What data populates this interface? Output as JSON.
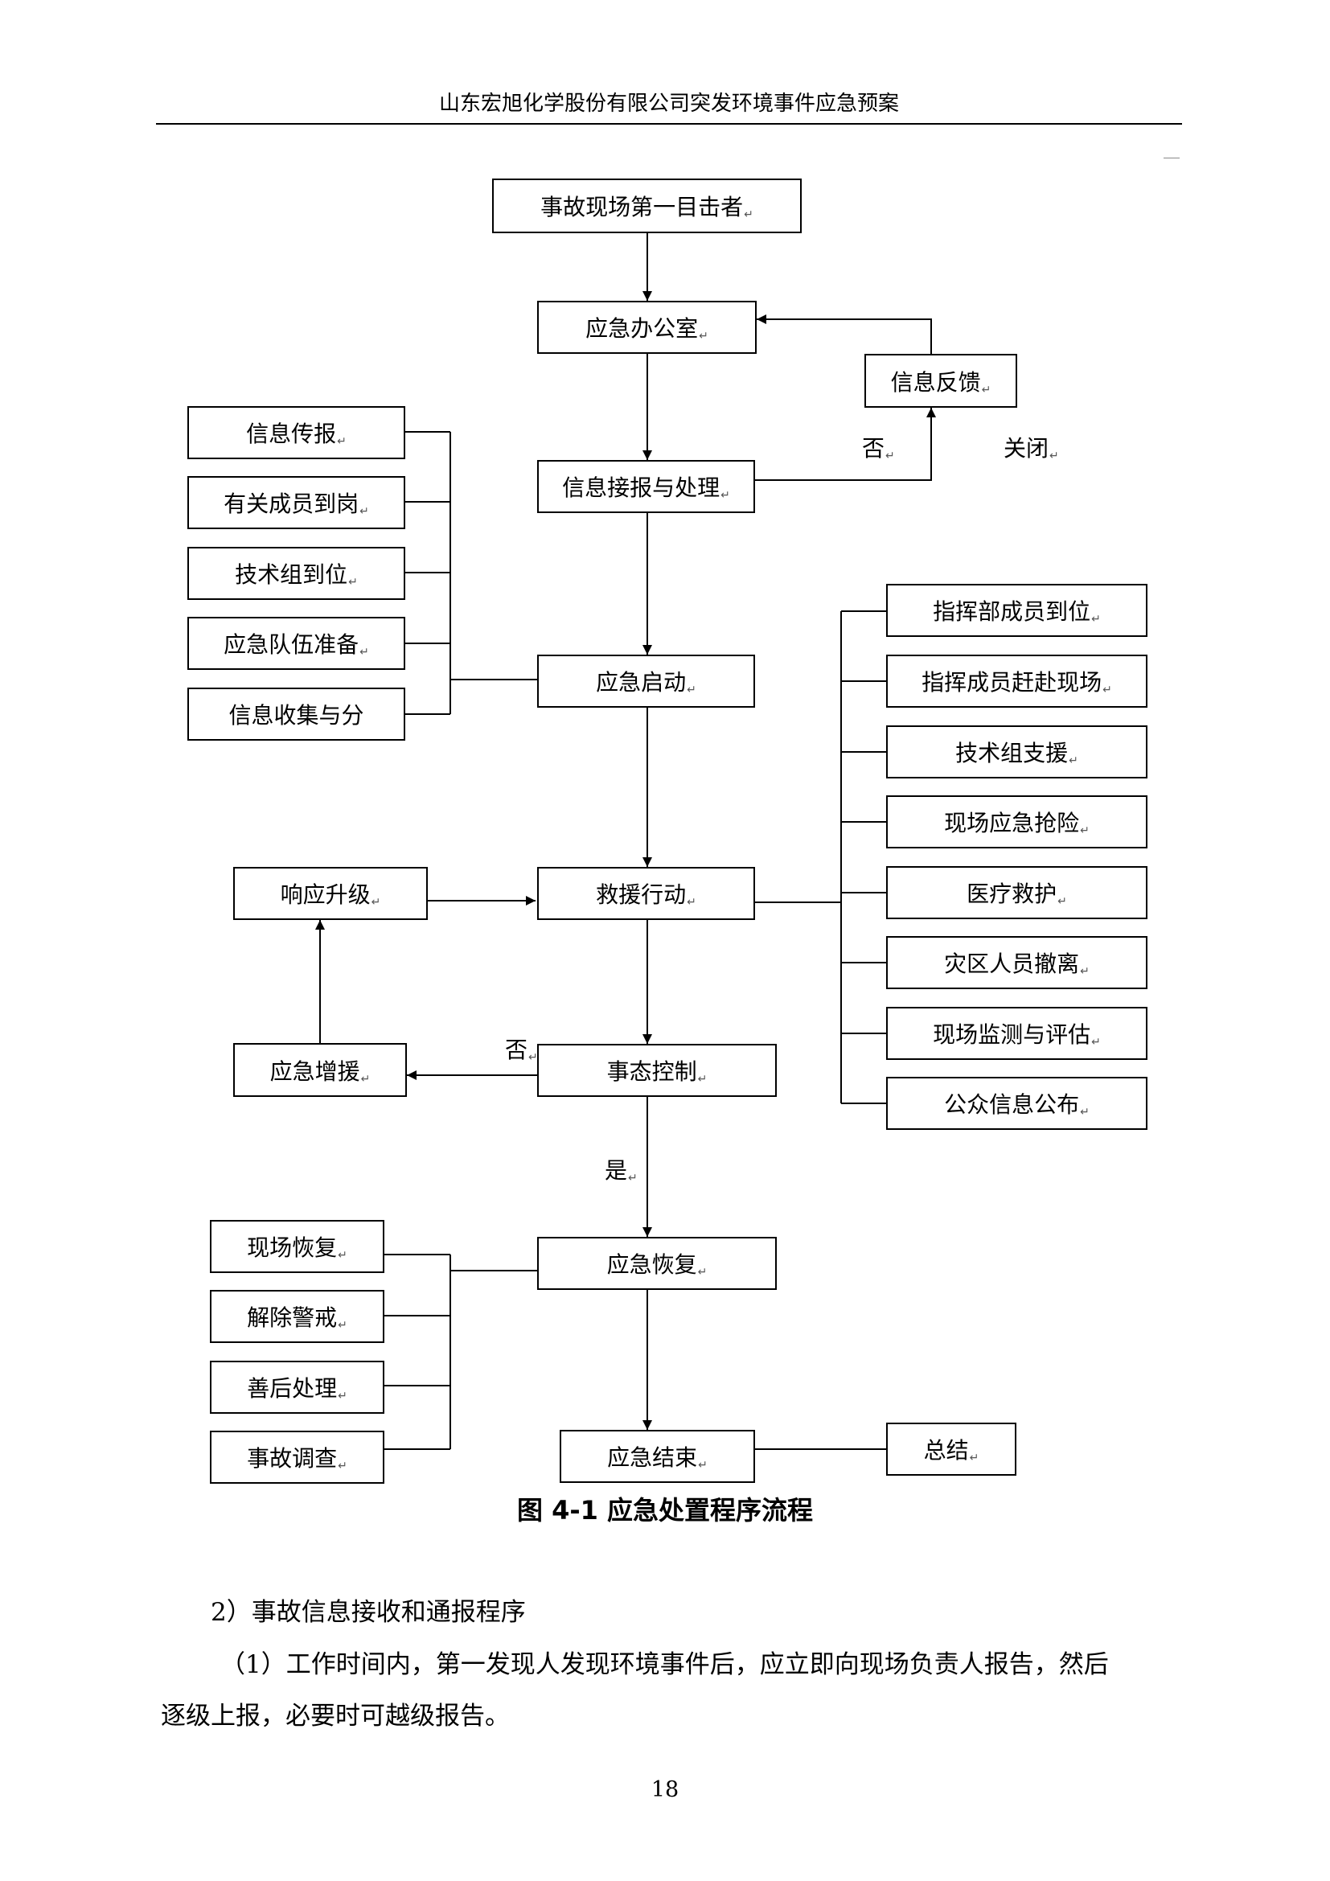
{
  "header": {
    "title": "山东宏旭化学股份有限公司突发环境事件应急预案"
  },
  "flowchart": {
    "nodes": {
      "witness": "事故现场第一目击者",
      "office": "应急办公室",
      "feedback": "信息反馈",
      "report": "信息接报与处理",
      "start": "应急启动",
      "rescue": "救援行动",
      "control": "事态控制",
      "recovery": "应急恢复",
      "end": "应急结束",
      "escalate": "响应升级",
      "reinforce": "应急增援",
      "summary": "总结"
    },
    "left_start": [
      "信息传报",
      "有关成员到岗",
      "技术组到位",
      "应急队伍准备",
      "信息收集与分"
    ],
    "right_rescue": [
      "指挥部成员到位",
      "指挥成员赶赴现场",
      "技术组支援",
      "现场应急抢险",
      "医疗救护",
      "灾区人员撤离",
      "现场监测与评估",
      "公众信息公布"
    ],
    "left_recovery": [
      "现场恢复",
      "解除警戒",
      "善后处理",
      "事故调查"
    ],
    "labels": {
      "no_report": "否",
      "close": "关闭",
      "no_control": "否",
      "yes_control": "是"
    }
  },
  "caption": "图 4-1    应急处置程序流程",
  "section": {
    "heading": "2）事故信息接收和通报程序",
    "p1_line1": "（1）工作时间内，第一发现人发现环境事件后，应立即向现场负责人报告，然后",
    "p1_line2": "逐级上报，必要时可越级报告。"
  },
  "page_number": "18"
}
